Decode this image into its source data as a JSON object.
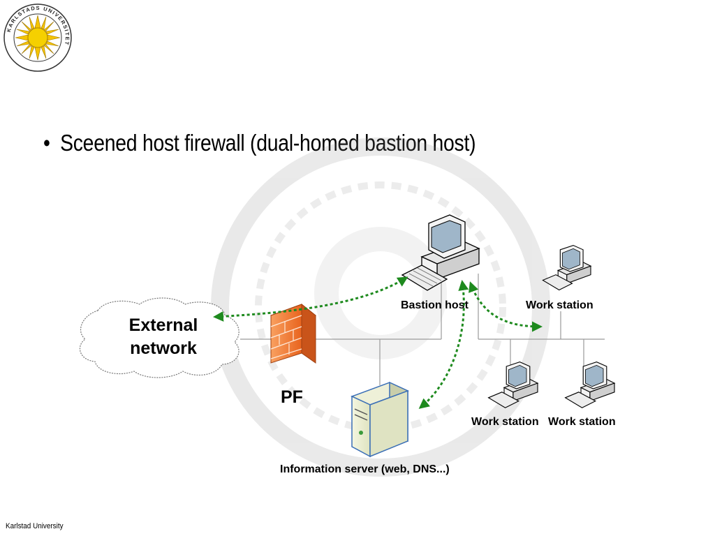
{
  "logo": {
    "text": "KARLSTADS UNIVERSITET",
    "icon": "sun-icon"
  },
  "bullet": {
    "symbol": "•",
    "text": "Sceened host firewall (dual-homed bastion host)"
  },
  "diagram": {
    "external_network_line1": "External",
    "external_network_line2": "network",
    "firewall_label": "PF",
    "bastion_label": "Bastion host",
    "workstation_top_label": "Work station",
    "workstation_left_label": "Work station",
    "workstation_right_label": "Work station",
    "server_label": "Information server (web, DNS...)",
    "arrow_color": "#1e8a1e",
    "firewall_color": "#f07a30"
  },
  "footer": {
    "text": "Karlstad University"
  }
}
